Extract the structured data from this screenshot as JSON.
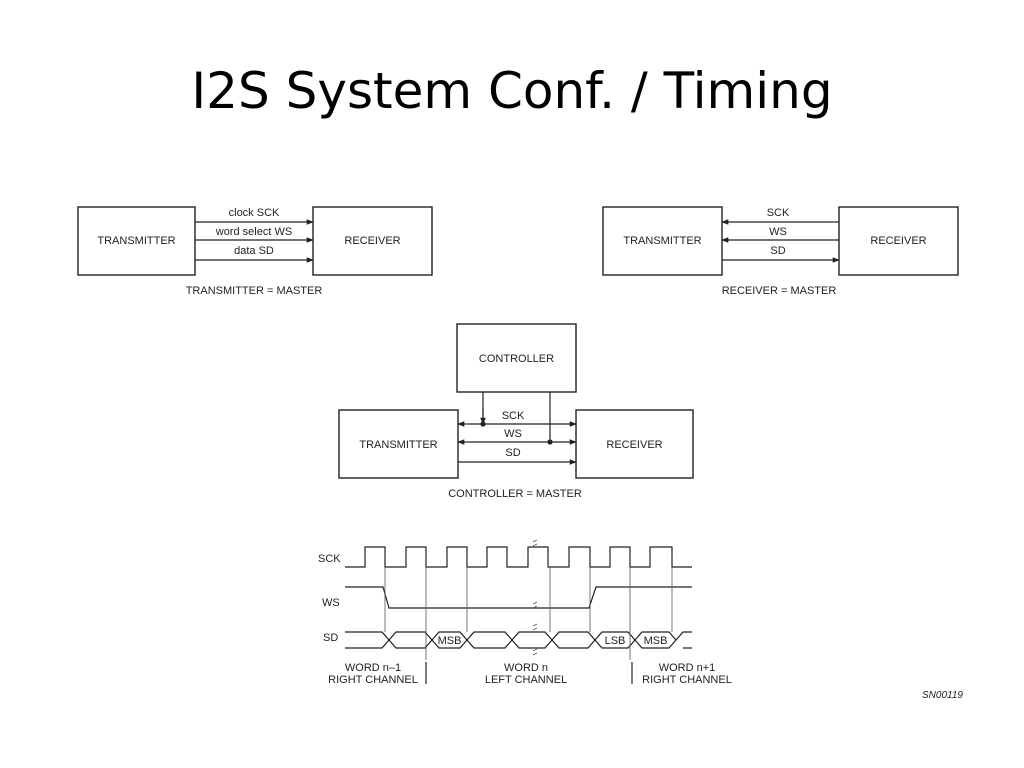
{
  "title": "I2S System Conf. / Timing",
  "config1": {
    "transmitter": "TRANSMITTER",
    "receiver": "RECEIVER",
    "signals": [
      "clock SCK",
      "word select WS",
      "data SD"
    ],
    "caption": "TRANSMITTER = MASTER"
  },
  "config2": {
    "transmitter": "TRANSMITTER",
    "receiver": "RECEIVER",
    "signals": [
      "SCK",
      "WS",
      "SD"
    ],
    "caption": "RECEIVER = MASTER"
  },
  "config3": {
    "controller": "CONTROLLER",
    "transmitter": "TRANSMITTER",
    "receiver": "RECEIVER",
    "signals": [
      "SCK",
      "WS",
      "SD"
    ],
    "caption": "CONTROLLER = MASTER"
  },
  "timing": {
    "signals": [
      "SCK",
      "WS",
      "SD"
    ],
    "msb": "MSB",
    "lsb": "LSB",
    "words": [
      {
        "line1": "WORD n–1",
        "line2": "RIGHT CHANNEL"
      },
      {
        "line1": "WORD n",
        "line2": "LEFT CHANNEL"
      },
      {
        "line1": "WORD n+1",
        "line2": "RIGHT CHANNEL"
      }
    ],
    "ref": "SN00119"
  }
}
